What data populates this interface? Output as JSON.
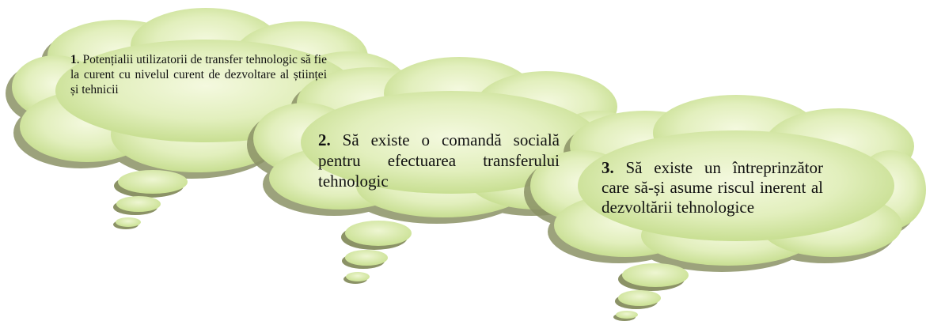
{
  "diagram": {
    "clouds": [
      {
        "number": "1",
        "number_suffix": ".",
        "text": " Potențialii utilizatorii de transfer tehnologic să fie la curent cu nivelul curent de dezvoltare al științei și tehnicii"
      },
      {
        "number": "2.",
        "number_suffix": "",
        "text": " Să existe o comandă socială pentru efectuarea transferului tehnologic"
      },
      {
        "number": "3.",
        "number_suffix": "",
        "text": " Să existe un întreprinzător care să-și asume riscul inerent al dezvoltării tehnologice"
      }
    ]
  },
  "colors": {
    "cloud_light": "#f1f7d8",
    "cloud_mid": "#d3e6a0",
    "cloud_dark": "#b3cf78",
    "shadow": "#8a9166",
    "outline": "#a2b77a"
  }
}
